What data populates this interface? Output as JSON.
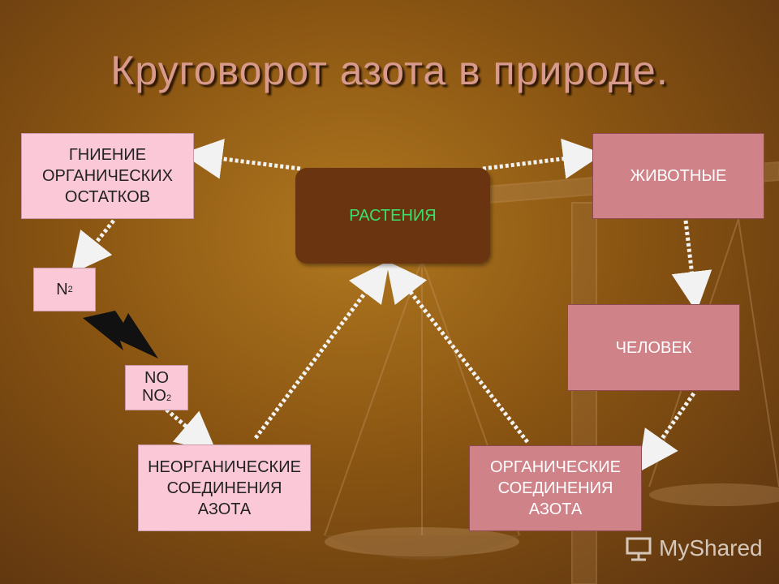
{
  "title": "Круговорот азота в природе.",
  "nodes": {
    "decay": "ГНИЕНИЕ\nОРГАНИЧЕСКИХ\nОСТАТКОВ",
    "plants": "РАСТЕНИЯ",
    "animals": "ЖИВОТНЫЕ",
    "human": "ЧЕЛОВЕК",
    "n2": "N",
    "n2_sub": "2",
    "no": "NO",
    "no2": "NO",
    "no2_sub": "2",
    "inorganic": "НЕОРГАНИЧЕСКИЕ\nСОЕДИНЕНИЯ\nАЗОТА",
    "organic": "ОРГАНИЧЕСКИЕ\nСОЕДИНЕНИЯ\nАЗОТА"
  },
  "watermark": "MyShared",
  "colors": {
    "title": "#d89a8c",
    "pink_box": "#fbc8d8",
    "rose_box": "#cf8288",
    "plants_box": "#6b3410",
    "plants_text": "#39e06a"
  }
}
